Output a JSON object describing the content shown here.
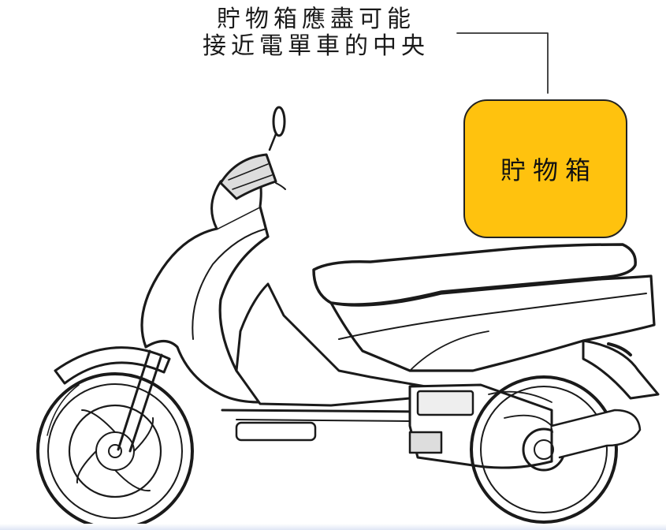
{
  "annotation": {
    "line1": "貯物箱應盡可能",
    "line2": "接近電單車的中央"
  },
  "storage_box": {
    "label": "貯物箱",
    "fill_color": "#ffc20e"
  },
  "illustration": {
    "subject": "scooter-sketch",
    "line_color": "#1a1a1a"
  }
}
